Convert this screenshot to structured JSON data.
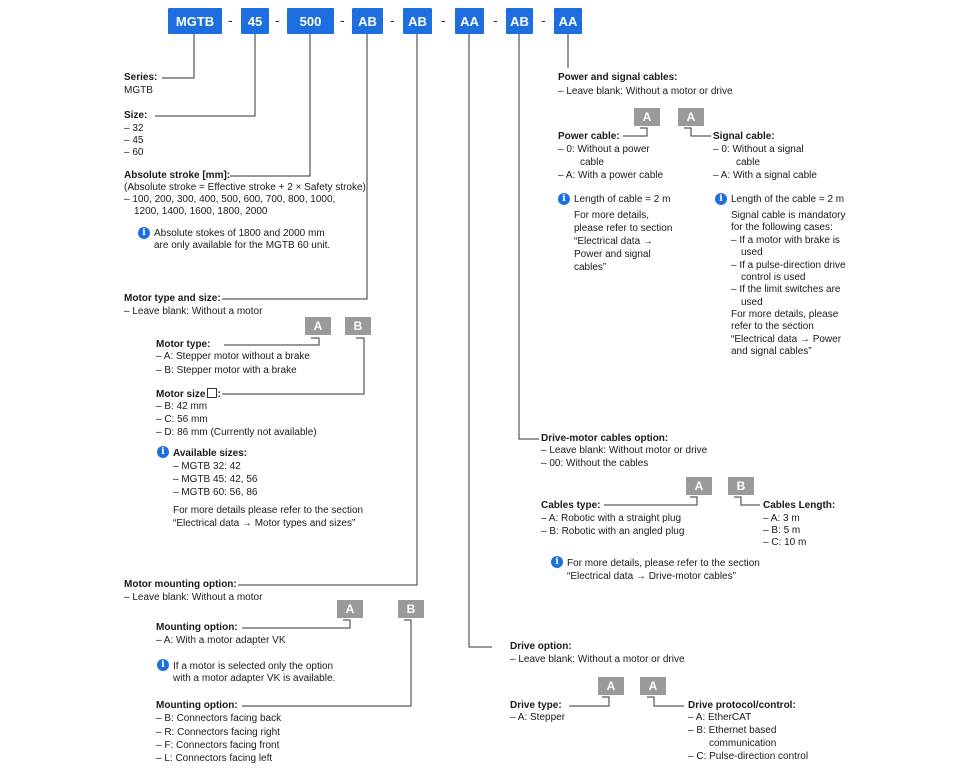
{
  "code_parts": [
    "MGTB",
    "45",
    "500",
    "AB",
    "AB",
    "AA",
    "AB",
    "AA"
  ],
  "separator": "-",
  "series": {
    "title": "Series:",
    "value": "MGTB"
  },
  "size": {
    "title": "Size:",
    "items": [
      "– 32",
      "– 45",
      "– 60"
    ]
  },
  "stroke": {
    "title": "Absolute stroke [mm]:",
    "formula": "(Absolute stroke = Effective stroke + 2 × Safety stroke)",
    "values_1": "– 100, 200, 300, 400, 500, 600, 700, 800, 1000,",
    "values_2": "1200, 1400, 1600, 1800, 2000",
    "note_1": "Absolute stokes of 1800 and 2000 mm",
    "note_2": "are only available for the MGTB 60 unit."
  },
  "motor": {
    "title": "Motor type and size:",
    "blank": "– Leave blank: Without a motor",
    "box_a": "A",
    "box_b": "B",
    "type_title": "Motor type:",
    "type_a": "– A: Stepper motor without a brake",
    "type_b": "– B: Stepper motor with a brake",
    "size_title": "Motor size",
    "size_colon": ":",
    "size_b": "– B: 42 mm",
    "size_c": "– C: 56 mm",
    "size_d": "– D: 86 mm (Currently not available)",
    "avail_title": "Available sizes:",
    "avail_1": "– MGTB 32: 42",
    "avail_2": "– MGTB 45: 42, 56",
    "avail_3": "– MGTB 60: 56, 86",
    "details_1": "For more details please refer to the section",
    "details_2": "“Electrical data → Motor types and sizes”"
  },
  "mounting": {
    "title": "Motor mounting option:",
    "blank": "– Leave blank: Without a motor",
    "box_a": "A",
    "box_b": "B",
    "opt_title": "Mounting option:",
    "opt_a": "– A: With a motor adapter VK",
    "note_1": "If a motor is selected only the option",
    "note_2": "with a motor adapter VK is available.",
    "mount_title": "Mounting option:",
    "mount_b": "– B: Connectors facing back",
    "mount_r": "– R: Connectors facing right",
    "mount_f": "– F: Connectors facing front",
    "mount_l": "– L: Connectors facing left"
  },
  "drive": {
    "title": "Drive option:",
    "blank": "– Leave blank: Without a motor or drive",
    "box_a": "A",
    "box_b": "A",
    "type_title": "Drive type:",
    "type_a": "– A: Stepper",
    "proto_title": "Drive protocol/control:",
    "proto_a": "– A: EtherCAT",
    "proto_b1": "– B: Ethernet based",
    "proto_b2": "communication",
    "proto_c": "– C: Pulse-direction control"
  },
  "drive_motor": {
    "title": "Drive-motor cables option:",
    "blank": "–  Leave blank: Without motor or drive",
    "none": "–  00: Without the cables",
    "box_a": "A",
    "box_b": "B",
    "type_title": "Cables type:",
    "type_a": "– A: Robotic with a straight plug",
    "type_b": "– B: Robotic with an angled plug",
    "len_title": "Cables Length:",
    "len_a": "– A: 3 m",
    "len_b": "– B: 5 m",
    "len_c": "– C: 10 m",
    "note_1": "For more details, please refer to the section",
    "note_2": "“Electrical data → Drive-motor cables”"
  },
  "power_signal": {
    "title": "Power and signal cables:",
    "blank": "– Leave blank: Without a motor or drive",
    "box_a": "A",
    "box_b": "A",
    "power_title": "Power cable:",
    "power_0a": "– 0: Without a power",
    "power_0b": "cable",
    "power_a": "– A: With a power cable",
    "pnote_1": "Length of cable = 2 m",
    "pnote_2": "For more details,",
    "pnote_3": "please refer to section",
    "pnote_4": "“Electrical data →",
    "pnote_5": "Power and signal",
    "pnote_6": "cables”",
    "signal_title": "Signal cable:",
    "signal_0a": "– 0: Without a signal",
    "signal_0b": "cable",
    "signal_a": "– A: With a signal cable",
    "snote_1": "Length of the cable = 2 m",
    "snote_2": "Signal cable is mandatory",
    "snote_3": "for the following cases:",
    "snote_4": "– If a motor with brake is",
    "snote_5": "used",
    "snote_6": "– If a pulse-direction drive",
    "snote_7": "control is used",
    "snote_8": "– If the limit switches are",
    "snote_9": "used",
    "snote_10": "For more details, please",
    "snote_11": "refer to the section",
    "snote_12": "“Electrical data → Power",
    "snote_13": "and signal cables”"
  },
  "info_glyph": "i"
}
